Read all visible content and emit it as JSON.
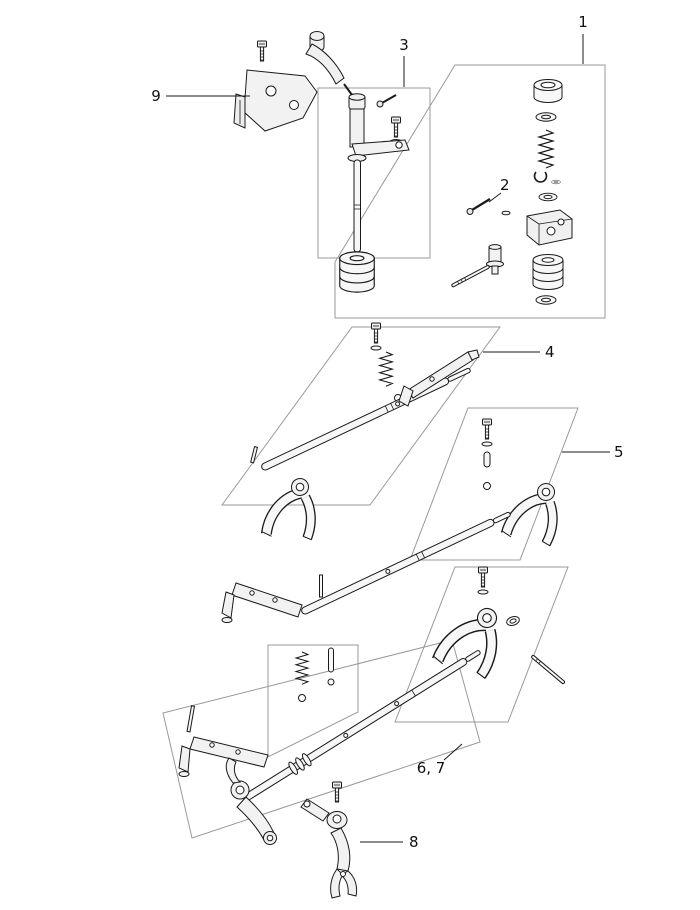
{
  "figure": {
    "kind": "exploded-parts-diagram",
    "background_color": "#ffffff",
    "line_color": "#1a1a1a",
    "boundary_line_color": "#999999",
    "label_color": "#111111"
  },
  "callouts": {
    "item1": {
      "label": "1"
    },
    "item2": {
      "label": "2"
    },
    "item3": {
      "label": "3"
    },
    "item4": {
      "label": "4"
    },
    "item5": {
      "label": "5"
    },
    "item6_7": {
      "label": "6, 7"
    },
    "item8": {
      "label": "8"
    },
    "item9": {
      "label": "9"
    }
  }
}
